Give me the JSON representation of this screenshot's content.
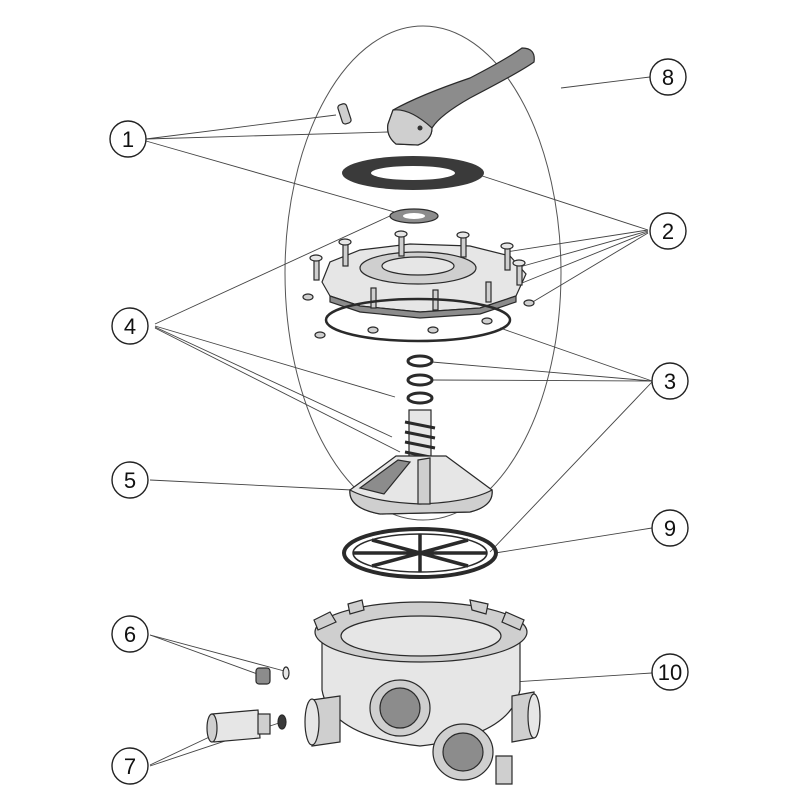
{
  "callouts": {
    "c1": "1",
    "c2": "2",
    "c3": "3",
    "c4": "4",
    "c5": "5",
    "c6": "6",
    "c7": "7",
    "c8": "8",
    "c9": "9",
    "c10": "10"
  },
  "colors": {
    "line": "#2a2a2a",
    "part_light": "#e6e6e6",
    "part_mid": "#cfcfcf",
    "part_dark": "#8c8c8c",
    "gasket": "#3a3a3a"
  }
}
